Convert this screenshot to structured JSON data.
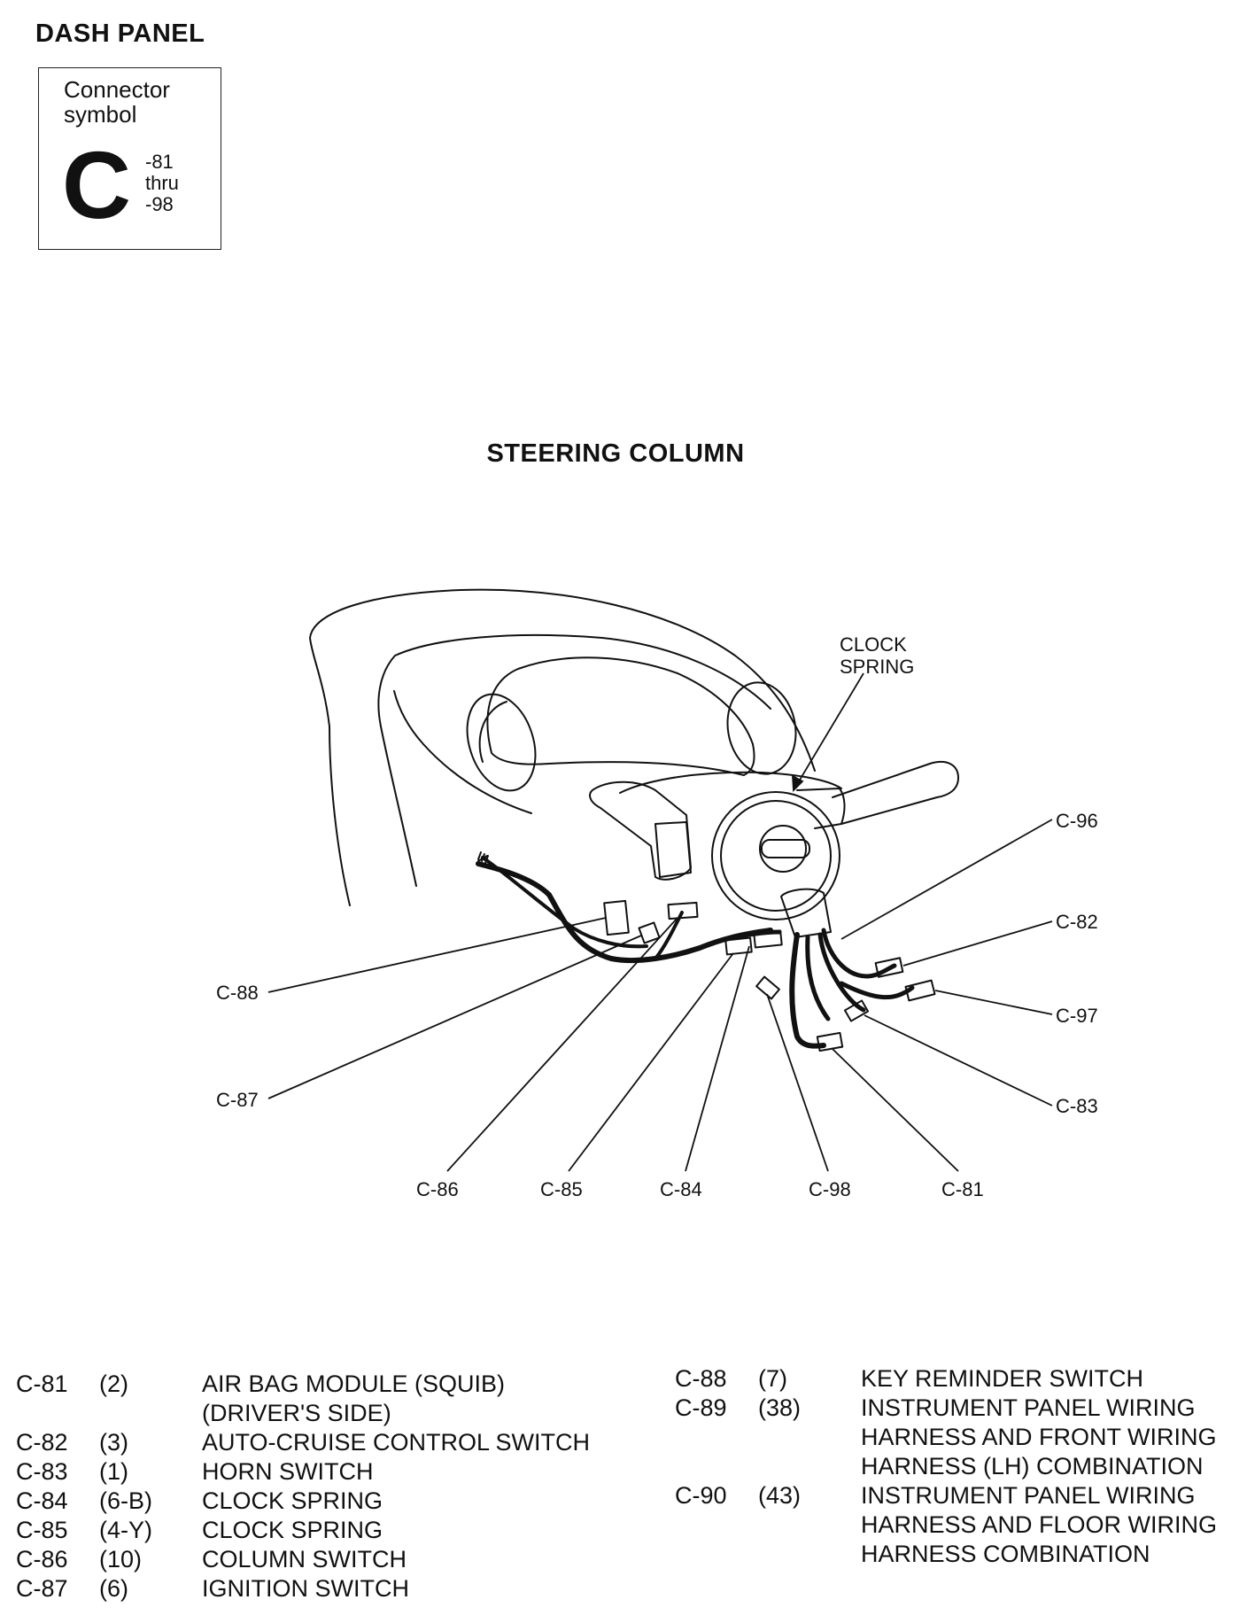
{
  "page_heading": "DASH PANEL",
  "symbol_box": {
    "caption": "Connector\nsymbol",
    "letter": "C",
    "range": [
      "-81",
      "thru",
      "-98"
    ]
  },
  "section_title": "STEERING COLUMN",
  "diagram_labels": {
    "clock_spring_line1": "CLOCK",
    "clock_spring_line2": "SPRING",
    "c96": "C-96",
    "c82": "C-82",
    "c97": "C-97",
    "c83": "C-83",
    "c88": "C-88",
    "c87": "C-87",
    "c86": "C-86",
    "c85": "C-85",
    "c84": "C-84",
    "c98": "C-98",
    "c81": "C-81"
  },
  "legend": {
    "left": [
      {
        "code": "C-81",
        "pins": "(2)",
        "desc": "AIR BAG MODULE (SQUIB)\n(DRIVER'S SIDE)"
      },
      {
        "code": "C-82",
        "pins": "(3)",
        "desc": "AUTO-CRUISE CONTROL SWITCH"
      },
      {
        "code": "C-83",
        "pins": "(1)",
        "desc": "HORN SWITCH"
      },
      {
        "code": "C-84",
        "pins": "(6-B)",
        "desc": "CLOCK SPRING"
      },
      {
        "code": "C-85",
        "pins": "(4-Y)",
        "desc": "CLOCK SPRING"
      },
      {
        "code": "C-86",
        "pins": "(10)",
        "desc": "COLUMN SWITCH"
      },
      {
        "code": "C-87",
        "pins": "(6)",
        "desc": "IGNITION SWITCH"
      }
    ],
    "right": [
      {
        "code": "C-88",
        "pins": "(7)",
        "desc": "KEY REMINDER SWITCH"
      },
      {
        "code": "C-89",
        "pins": "(38)",
        "desc": "INSTRUMENT PANEL WIRING\nHARNESS AND FRONT WIRING\nHARNESS (LH) COMBINATION"
      },
      {
        "code": "C-90",
        "pins": "(43)",
        "desc": "INSTRUMENT PANEL WIRING\nHARNESS AND FLOOR WIRING\nHARNESS COMBINATION"
      }
    ]
  }
}
